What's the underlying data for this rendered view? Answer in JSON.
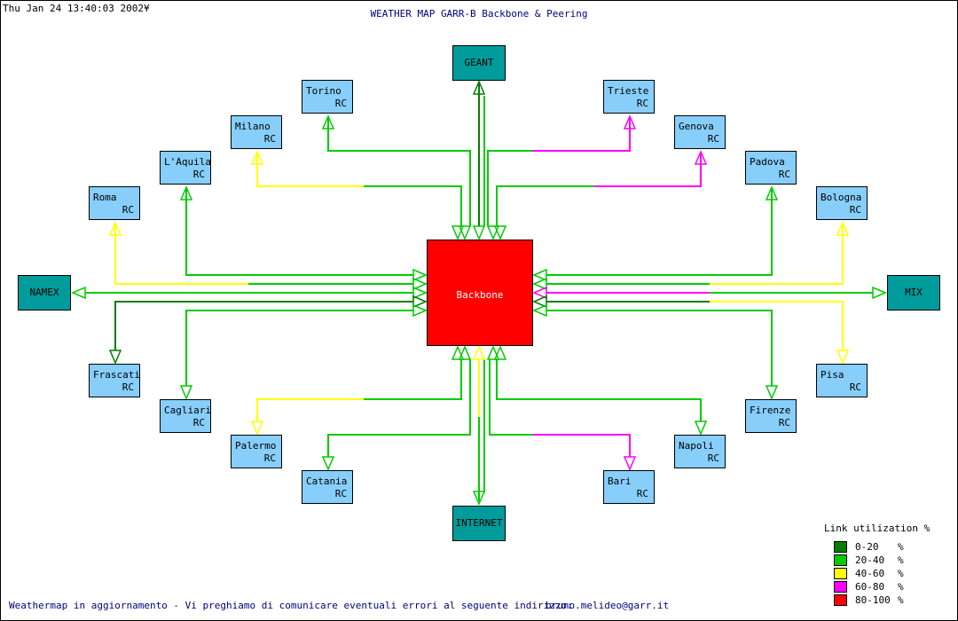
{
  "header": {
    "timestamp": "Thu Jan 24 13:40:03 2002¥",
    "title": "WEATHER MAP GARR-B Backbone & Peering"
  },
  "colors": {
    "rc_fill": "#87CEFA",
    "peer_fill": "#009B9B",
    "backbone_fill": "#FF0000",
    "util_0_20": "#007F00",
    "util_20_40": "#00CC00",
    "util_40_60": "#FFFF00",
    "util_60_80": "#FF00FF",
    "util_80_100": "#FF0000"
  },
  "nodes": {
    "backbone": "Backbone",
    "geant": "GEANT",
    "internet": "INTERNET",
    "namex": "NAMEX",
    "mix": "MIX",
    "torino": "Torino",
    "milano": "Milano",
    "laquila": "L'Aquila",
    "roma": "Roma",
    "trieste": "Trieste",
    "genova": "Genova",
    "padova": "Padova",
    "bologna": "Bologna",
    "frascati": "Frascati",
    "cagliari": "Cagliari",
    "palermo": "Palermo",
    "catania": "Catania",
    "firenze": "Firenze",
    "pisa": "Pisa",
    "napoli": "Napoli",
    "bari": "Bari",
    "rc_label": "RC"
  },
  "legend": {
    "title": "Link utilization %",
    "pct": "%",
    "items": [
      {
        "label": "0-20",
        "color": "#007F00"
      },
      {
        "label": "20-40",
        "color": "#00CC00"
      },
      {
        "label": "40-60",
        "color": "#FFFF00"
      },
      {
        "label": "60-80",
        "color": "#FF00FF"
      },
      {
        "label": "80-100",
        "color": "#FF0000"
      }
    ]
  },
  "footer": {
    "message": "Weathermap in aggiornamento - Vi preghiamo di comunicare eventuali errori al seguente indirizzo:",
    "email": "bruno.melideo@garr.it"
  }
}
